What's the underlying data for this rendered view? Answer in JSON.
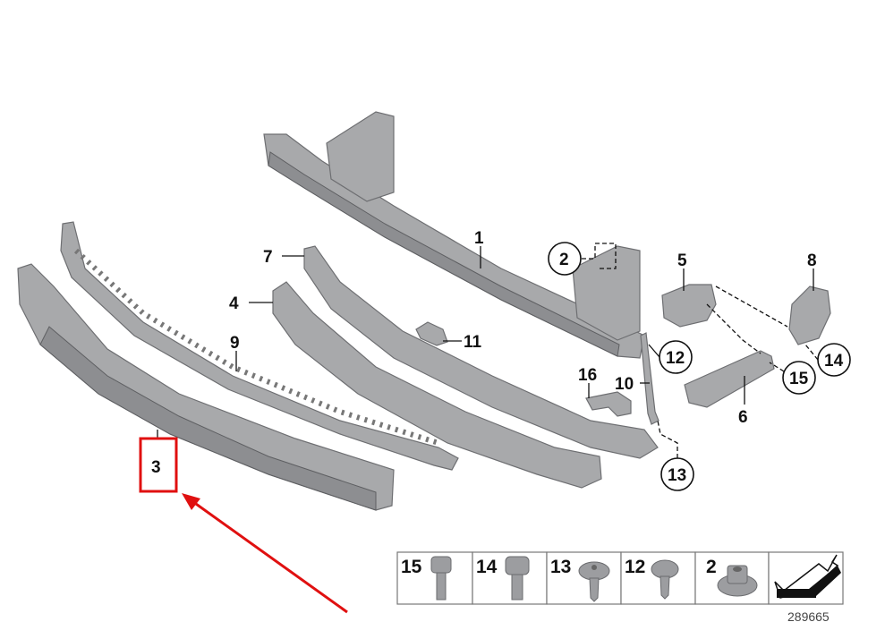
{
  "diagram": {
    "reference_number": "289665",
    "callouts": [
      "1",
      "2",
      "3",
      "4",
      "5",
      "6",
      "7",
      "8",
      "9",
      "10",
      "11",
      "12",
      "13",
      "14",
      "15",
      "16"
    ],
    "highlighted_callout": "3",
    "highlight_color": "#e01010",
    "part_color": "#a8a9ab"
  },
  "hardware_table": {
    "cells": [
      {
        "number": "15",
        "icon": "hex-bolt-icon"
      },
      {
        "number": "14",
        "icon": "hex-bolt-icon"
      },
      {
        "number": "13",
        "icon": "flange-screw-icon"
      },
      {
        "number": "12",
        "icon": "flange-screw-icon"
      },
      {
        "number": "2",
        "icon": "flange-nut-icon"
      },
      {
        "number": "",
        "icon": "direction-arrow-icon"
      }
    ]
  }
}
